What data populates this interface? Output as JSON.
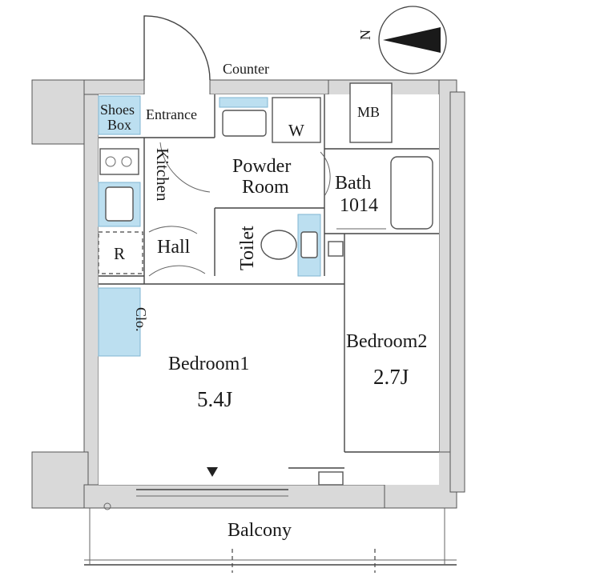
{
  "labels": {
    "counter": "Counter",
    "shoes_box_line1": "Shoes",
    "shoes_box_line2": "Box",
    "entrance": "Entrance",
    "washer": "W",
    "mb": "MB",
    "kitchen": "Kitchen",
    "powder_room_line1": "Powder",
    "powder_room_line2": "Room",
    "bath_line1": "Bath",
    "bath_line2": "1014",
    "refrigerator": "R",
    "hall": "Hall",
    "toilet": "Toilet",
    "closet": "Clo.",
    "bedroom1": "Bedroom1",
    "bedroom1_area": "5.4J",
    "bedroom2": "Bedroom2",
    "bedroom2_area": "2.7J",
    "balcony": "Balcony",
    "north": "N"
  },
  "colors": {
    "wall": "#d9d9d9",
    "storage_blue": "#bcdff0",
    "line": "#444444"
  }
}
